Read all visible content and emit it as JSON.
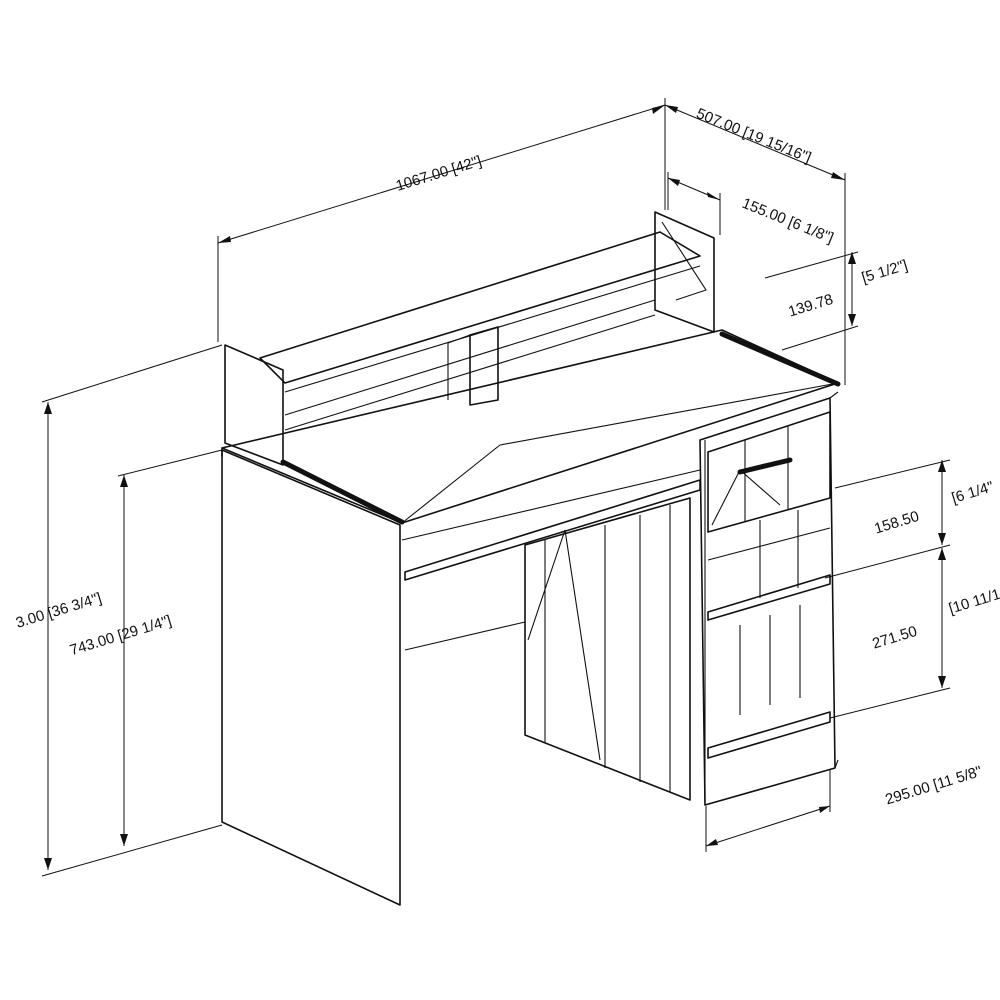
{
  "dimensions": {
    "width_total": "1067.00 [42\"]",
    "depth_total": "507.00 [19 15/16\"]",
    "hutch_depth": "155.00 [6 1/8\"]",
    "hutch_height_mm": "139.78",
    "hutch_height_in": "[5 1/2\"]",
    "height_total": "3.00 [36 3/4\"]",
    "desk_height": "743.00 [29 1/4\"]",
    "drawer_height_mm": "158.50",
    "drawer_height_in": "[6 1/4\"",
    "shelf_height_mm": "271.50",
    "shelf_height_in": "[10 11/1",
    "cabinet_depth": "295.00 [11 5/8\""
  }
}
